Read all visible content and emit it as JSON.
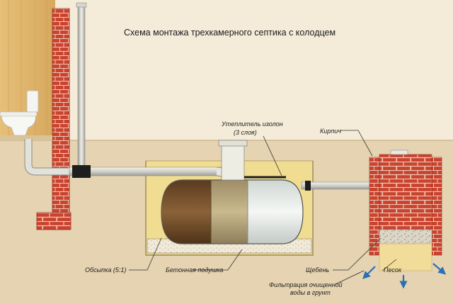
{
  "title": "Схема монтажа трехкамерного септика с колодцем",
  "labels": {
    "insulation_line1": "Утеплитель изолон",
    "insulation_line2": "(3 слоя)",
    "brick": "Кирпич",
    "backfill": "Обсыпка (5:1)",
    "concrete_pad": "Бетонная подушка",
    "gravel": "Щебень",
    "sand": "Песок",
    "filtration_line1": "Фильтрация очищенной",
    "filtration_line2": "воды в грунт"
  },
  "colors": {
    "sky": "#f4ecd9",
    "ground": "#e3d0ad",
    "brick": "#c9432e",
    "mortar": "#e9c7b5",
    "wood_wall": "#e2b870",
    "pipe": "#d8d8d0",
    "backfill": "#f0dd92",
    "chamber_1": "#6a4a28",
    "chamber_2": "#b0a27a",
    "chamber_3": "#e6ebe8",
    "gravel": "#d9d4c4",
    "sand_fill": "#f2dc9a",
    "arrow": "#2a70b8"
  },
  "icons": [
    "toilet-icon",
    "down-arrow-icon"
  ]
}
